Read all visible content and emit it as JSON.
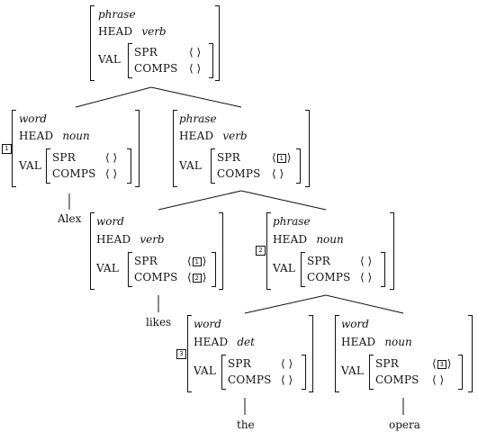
{
  "nodes": {
    "root": {
      "type": "phrase",
      "head_label": "HEAD",
      "head_value": "verb",
      "val_label": "VAL",
      "spr_label": "SPR",
      "comps_label": "COMPS",
      "spr": "⟨ ⟩",
      "comps": "⟨ ⟩"
    },
    "alex": {
      "type": "word",
      "head_label": "HEAD",
      "head_value": "noun",
      "val_label": "VAL",
      "spr_label": "SPR",
      "comps_label": "COMPS",
      "spr": "⟨ ⟩",
      "comps": "⟨ ⟩",
      "tag": "1"
    },
    "vp": {
      "type": "phrase",
      "head_label": "HEAD",
      "head_value": "verb",
      "val_label": "VAL",
      "spr_label": "SPR",
      "comps_label": "COMPS",
      "spr_tag": "1",
      "comps": "⟨ ⟩"
    },
    "likes": {
      "type": "word",
      "head_label": "HEAD",
      "head_value": "verb",
      "val_label": "VAL",
      "spr_label": "SPR",
      "comps_label": "COMPS",
      "spr_tag": "1",
      "comps_tag": "2"
    },
    "np": {
      "type": "phrase",
      "head_label": "HEAD",
      "head_value": "noun",
      "val_label": "VAL",
      "spr_label": "SPR",
      "comps_label": "COMPS",
      "spr": "⟨ ⟩",
      "comps": "⟨ ⟩",
      "tag": "2"
    },
    "the": {
      "type": "word",
      "head_label": "HEAD",
      "head_value": "det",
      "val_label": "VAL",
      "spr_label": "SPR",
      "comps_label": "COMPS",
      "spr": "⟨ ⟩",
      "comps": "⟨ ⟩",
      "tag": "3"
    },
    "opera": {
      "type": "word",
      "head_label": "HEAD",
      "head_value": "noun",
      "val_label": "VAL",
      "spr_label": "SPR",
      "comps_label": "COMPS",
      "spr_tag": "3",
      "comps": "⟨ ⟩"
    }
  },
  "leaves": {
    "alex": "Alex",
    "likes": "likes",
    "the": "the",
    "opera": "opera"
  }
}
